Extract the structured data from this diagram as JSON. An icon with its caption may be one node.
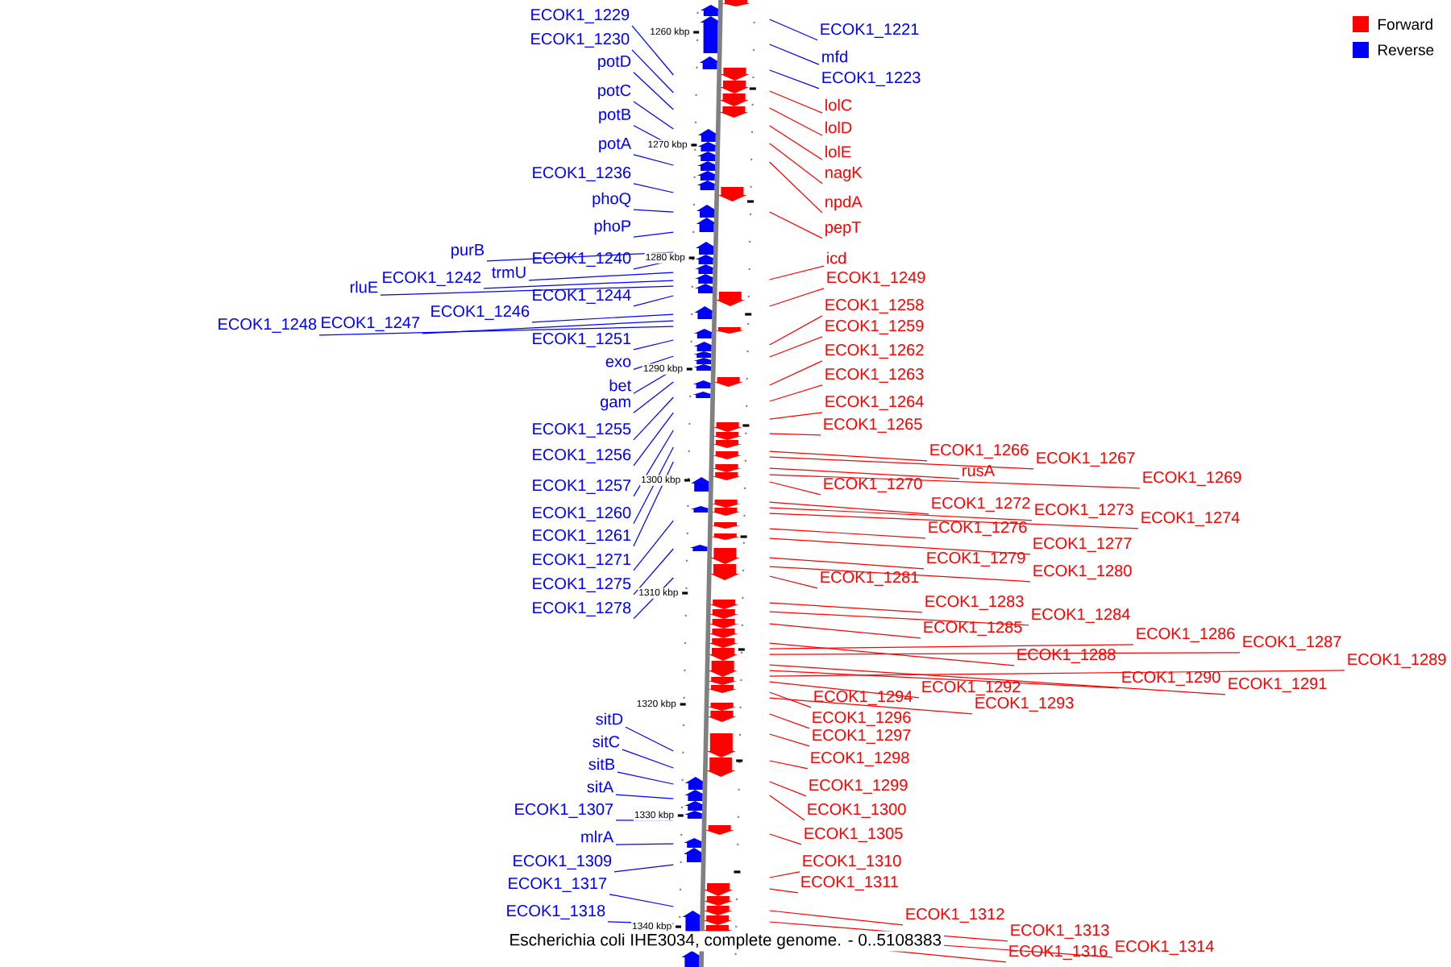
{
  "diagram": {
    "caption": "Escherichia coli IHE3034, complete genome. - 0..5108383",
    "nodes": [
      {
        "text": [
          "ECOK1_1229"
        ]
      },
      {
        "text": [
          "ECOK1_1230"
        ]
      },
      {
        "text": [
          "potD"
        ]
      },
      {
        "text": [
          "potC"
        ]
      },
      {
        "text": [
          "potB"
        ]
      },
      {
        "text": [
          "potA"
        ]
      },
      {
        "text": [
          "ECOK1_1236"
        ]
      },
      {
        "text": [
          "phoQ"
        ]
      },
      {
        "text": [
          "phoP"
        ]
      },
      {
        "text": [
          "purB"
        ]
      },
      {
        "text": [
          "ECOK1_1240"
        ]
      },
      {
        "text": [
          "trmU"
        ]
      },
      {
        "text": [
          "ECOK1_1242"
        ]
      },
      {
        "text": [
          "rluE"
        ]
      },
      {
        "text": [
          "ECOK1_1244"
        ]
      },
      {
        "text": [
          "ECOK1_1246"
        ]
      },
      {
        "text": [
          "ECOK1_1247"
        ]
      },
      {
        "text": [
          "ECOK1_1248"
        ]
      },
      {
        "text": [
          "ECOK1_1251"
        ]
      },
      {
        "text": [
          "exo"
        ]
      },
      {
        "text": [
          "bet"
        ]
      },
      {
        "text": [
          "gam"
        ]
      },
      {
        "text": [
          "ECOK1_1255"
        ]
      },
      {
        "text": [
          "ECOK1_1256"
        ]
      },
      {
        "text": [
          "ECOK1_1257"
        ]
      },
      {
        "text": [
          "ECOK1_1260"
        ]
      },
      {
        "text": [
          "ECOK1_1261"
        ]
      },
      {
        "text": [
          "ECOK1_1271"
        ]
      },
      {
        "text": [
          "ECOK1_1275"
        ]
      },
      {
        "text": [
          "ECOK1_1278"
        ]
      },
      {
        "text": [
          "sitD"
        ]
      },
      {
        "text": [
          "sitC"
        ]
      },
      {
        "text": [
          "sitB"
        ]
      },
      {
        "text": [
          "sitA"
        ]
      },
      {
        "text": [
          "ECOK1_1307"
        ]
      },
      {
        "text": [
          "mlrA"
        ]
      },
      {
        "text": [
          "ECOK1_1309"
        ]
      },
      {
        "text": [
          "ECOK1_1317"
        ]
      },
      {
        "text": [
          "ECOK1_1318"
        ]
      },
      {
        "text": [
          "ECOK1_1221"
        ]
      },
      {
        "text": [
          "mfd"
        ]
      },
      {
        "text": [
          "ECOK1_1223"
        ]
      },
      {
        "text": [
          "lolC"
        ]
      },
      {
        "text": [
          "lolD"
        ]
      },
      {
        "text": [
          "lolE"
        ]
      },
      {
        "text": [
          "nagK"
        ]
      },
      {
        "text": [
          "npdA"
        ]
      },
      {
        "text": [
          "pepT"
        ]
      },
      {
        "text": [
          "icd"
        ]
      },
      {
        "text": [
          "ECOK1_1249"
        ]
      },
      {
        "text": [
          "ECOK1_1258"
        ]
      },
      {
        "text": [
          "ECOK1_1259"
        ]
      },
      {
        "text": [
          "ECOK1_1262"
        ]
      },
      {
        "text": [
          "ECOK1_1263"
        ]
      },
      {
        "text": [
          "ECOK1_1264"
        ]
      },
      {
        "text": [
          "ECOK1_1265"
        ]
      },
      {
        "text": [
          "ECOK1_1266"
        ]
      },
      {
        "text": [
          "ECOK1_1267"
        ]
      },
      {
        "text": [
          "ECOK1_1270"
        ]
      },
      {
        "text": [
          "rusA"
        ]
      },
      {
        "text": [
          "ECOK1_1269"
        ]
      },
      {
        "text": [
          "ECOK1_1272"
        ]
      },
      {
        "text": [
          "ECOK1_1273"
        ]
      },
      {
        "text": [
          "ECOK1_1274"
        ]
      },
      {
        "text": [
          "ECOK1_1276"
        ]
      },
      {
        "text": [
          "ECOK1_1277"
        ]
      },
      {
        "text": [
          "ECOK1_1279"
        ]
      },
      {
        "text": [
          "ECOK1_1280"
        ]
      },
      {
        "text": [
          "ECOK1_1281"
        ]
      },
      {
        "text": [
          "ECOK1_1283"
        ]
      },
      {
        "text": [
          "ECOK1_1284"
        ]
      },
      {
        "text": [
          "ECOK1_1285"
        ]
      },
      {
        "text": [
          "ECOK1_1288"
        ]
      },
      {
        "text": [
          "ECOK1_1286"
        ]
      },
      {
        "text": [
          "ECOK1_1287"
        ]
      },
      {
        "text": [
          "ECOK1_1290"
        ]
      },
      {
        "text": [
          "ECOK1_1291"
        ]
      },
      {
        "text": [
          "ECOK1_1289"
        ]
      },
      {
        "text": [
          "ECOK1_1292"
        ]
      },
      {
        "text": [
          "ECOK1_1294"
        ]
      },
      {
        "text": [
          "ECOK1_1293"
        ]
      },
      {
        "text": [
          "ECOK1_1296"
        ]
      },
      {
        "text": [
          "ECOK1_1297"
        ]
      },
      {
        "text": [
          "ECOK1_1298"
        ]
      },
      {
        "text": [
          "ECOK1_1299"
        ]
      },
      {
        "text": [
          "ECOK1_1300"
        ]
      },
      {
        "text": [
          "ECOK1_1305"
        ]
      },
      {
        "text": [
          "ECOK1_1310"
        ]
      },
      {
        "text": [
          "ECOK1_1311"
        ]
      },
      {
        "text": [
          "ECOK1_1312"
        ]
      },
      {
        "text": [
          "ECOK1_1313"
        ]
      },
      {
        "text": [
          "ECOK1_1316"
        ]
      },
      {
        "text": [
          "ECOK1_1314"
        ]
      },
      {
        "text": [],
        "shape": "bar"
      },
      {
        "text": [],
        "shape": "bar"
      }
    ],
    "edges": [
      {
        "from": 0,
        "to": 93,
        "arrow": "none",
        "color": "#0000ff"
      },
      {
        "from": 1,
        "to": 93,
        "arrow": "none",
        "color": "#0000ff"
      },
      {
        "from": 2,
        "to": 93,
        "arrow": "none",
        "color": "#0000ff"
      },
      {
        "from": 3,
        "to": 93,
        "arrow": "none",
        "color": "#0000ff"
      },
      {
        "from": 4,
        "to": 93,
        "arrow": "none",
        "color": "#0000ff"
      },
      {
        "from": 5,
        "to": 93,
        "arrow": "none",
        "color": "#0000ff"
      },
      {
        "from": 6,
        "to": 93,
        "arrow": "none",
        "color": "#0000ff"
      },
      {
        "from": 7,
        "to": 93,
        "arrow": "none",
        "color": "#0000ff"
      },
      {
        "from": 8,
        "to": 93,
        "arrow": "none",
        "color": "#0000ff"
      },
      {
        "from": 9,
        "to": 93,
        "arrow": "none",
        "color": "#0000ff"
      },
      {
        "from": 10,
        "to": 93,
        "arrow": "none",
        "color": "#0000ff"
      },
      {
        "from": 11,
        "to": 93,
        "arrow": "none",
        "color": "#0000ff"
      },
      {
        "from": 12,
        "to": 93,
        "arrow": "none",
        "color": "#0000ff"
      },
      {
        "from": 13,
        "to": 93,
        "arrow": "none",
        "color": "#0000ff"
      },
      {
        "from": 14,
        "to": 93,
        "arrow": "none",
        "color": "#0000ff"
      },
      {
        "from": 15,
        "to": 93,
        "arrow": "none",
        "color": "#0000ff"
      },
      {
        "from": 16,
        "to": 93,
        "arrow": "none",
        "color": "#0000ff"
      },
      {
        "from": 17,
        "to": 93,
        "arrow": "none",
        "color": "#0000ff"
      },
      {
        "from": 18,
        "to": 93,
        "arrow": "none",
        "color": "#0000ff"
      },
      {
        "from": 19,
        "to": 93,
        "arrow": "none",
        "color": "#0000ff"
      },
      {
        "from": 20,
        "to": 93,
        "arrow": "none",
        "color": "#0000ff"
      },
      {
        "from": 21,
        "to": 93,
        "arrow": "none",
        "color": "#0000ff"
      },
      {
        "from": 22,
        "to": 93,
        "arrow": "none",
        "color": "#0000ff"
      },
      {
        "from": 23,
        "to": 93,
        "arrow": "none",
        "color": "#0000ff"
      },
      {
        "from": 24,
        "to": 93,
        "arrow": "none",
        "color": "#0000ff"
      },
      {
        "from": 25,
        "to": 93,
        "arrow": "none",
        "color": "#0000ff"
      },
      {
        "from": 26,
        "to": 93,
        "arrow": "none",
        "color": "#0000ff"
      },
      {
        "from": 27,
        "to": 93,
        "arrow": "none",
        "color": "#0000ff"
      },
      {
        "from": 28,
        "to": 93,
        "arrow": "none",
        "color": "#0000ff"
      },
      {
        "from": 29,
        "to": 93,
        "arrow": "none",
        "color": "#0000ff"
      },
      {
        "from": 30,
        "to": 93,
        "arrow": "none",
        "color": "#0000ff"
      },
      {
        "from": 31,
        "to": 93,
        "arrow": "none",
        "color": "#0000ff"
      },
      {
        "from": 32,
        "to": 93,
        "arrow": "none",
        "color": "#0000ff"
      },
      {
        "from": 33,
        "to": 93,
        "arrow": "none",
        "color": "#0000ff"
      },
      {
        "from": 34,
        "to": 93,
        "arrow": "none",
        "color": "#0000ff"
      },
      {
        "from": 35,
        "to": 93,
        "arrow": "none",
        "color": "#0000ff"
      },
      {
        "from": 36,
        "to": 93,
        "arrow": "none",
        "color": "#0000ff"
      },
      {
        "from": 37,
        "to": 93,
        "arrow": "none",
        "color": "#0000ff"
      },
      {
        "from": 38,
        "to": 93,
        "arrow": "none",
        "color": "#0000ff"
      },
      {
        "from": 39,
        "to": 94,
        "arrow": "none",
        "color": "#0000ff"
      },
      {
        "from": 40,
        "to": 94,
        "arrow": "none",
        "color": "#0000ff"
      },
      {
        "from": 41,
        "to": 94,
        "arrow": "none",
        "color": "#0000ff"
      },
      {
        "from": 42,
        "to": 94,
        "arrow": "none"
      },
      {
        "from": 43,
        "to": 94,
        "arrow": "none"
      },
      {
        "from": 44,
        "to": 94,
        "arrow": "none"
      },
      {
        "from": 45,
        "to": 94,
        "arrow": "none"
      },
      {
        "from": 46,
        "to": 94,
        "arrow": "none"
      },
      {
        "from": 47,
        "to": 94,
        "arrow": "none"
      },
      {
        "from": 48,
        "to": 94,
        "arrow": "none"
      },
      {
        "from": 49,
        "to": 94,
        "arrow": "none"
      },
      {
        "from": 50,
        "to": 94,
        "arrow": "none"
      },
      {
        "from": 51,
        "to": 94,
        "arrow": "none"
      },
      {
        "from": 52,
        "to": 94,
        "arrow": "none"
      },
      {
        "from": 53,
        "to": 94,
        "arrow": "none"
      },
      {
        "from": 54,
        "to": 94,
        "arrow": "none"
      },
      {
        "from": 55,
        "to": 94,
        "arrow": "none"
      },
      {
        "from": 56,
        "to": 94,
        "arrow": "none"
      },
      {
        "from": 57,
        "to": 94,
        "arrow": "none"
      },
      {
        "from": 58,
        "to": 94,
        "arrow": "none"
      },
      {
        "from": 59,
        "to": 94,
        "arrow": "none"
      },
      {
        "from": 60,
        "to": 94,
        "arrow": "none"
      },
      {
        "from": 61,
        "to": 94,
        "arrow": "none"
      },
      {
        "from": 62,
        "to": 94,
        "arrow": "none"
      },
      {
        "from": 63,
        "to": 94,
        "arrow": "none"
      },
      {
        "from": 64,
        "to": 94,
        "arrow": "none"
      },
      {
        "from": 65,
        "to": 94,
        "arrow": "none"
      },
      {
        "from": 66,
        "to": 94,
        "arrow": "none"
      },
      {
        "from": 67,
        "to": 94,
        "arrow": "none"
      },
      {
        "from": 68,
        "to": 94,
        "arrow": "none"
      },
      {
        "from": 69,
        "to": 94,
        "arrow": "none"
      },
      {
        "from": 70,
        "to": 94,
        "arrow": "none"
      },
      {
        "from": 71,
        "to": 94,
        "arrow": "none"
      },
      {
        "from": 72,
        "to": 94,
        "arrow": "none"
      },
      {
        "from": 73,
        "to": 94,
        "arrow": "none"
      },
      {
        "from": 74,
        "to": 94,
        "arrow": "none"
      },
      {
        "from": 75,
        "to": 94,
        "arrow": "none"
      },
      {
        "from": 76,
        "to": 94,
        "arrow": "none"
      },
      {
        "from": 77,
        "to": 94,
        "arrow": "none"
      },
      {
        "from": 78,
        "to": 94,
        "arrow": "none"
      },
      {
        "from": 79,
        "to": 94,
        "arrow": "none"
      },
      {
        "from": 80,
        "to": 94,
        "arrow": "none"
      },
      {
        "from": 81,
        "to": 94,
        "arrow": "none"
      },
      {
        "from": 82,
        "to": 94,
        "arrow": "none"
      },
      {
        "from": 83,
        "to": 94,
        "arrow": "none"
      },
      {
        "from": 84,
        "to": 94,
        "arrow": "none"
      },
      {
        "from": 85,
        "to": 94,
        "arrow": "none"
      },
      {
        "from": 86,
        "to": 94,
        "arrow": "none"
      },
      {
        "from": 87,
        "to": 94,
        "arrow": "none"
      },
      {
        "from": 88,
        "to": 94,
        "arrow": "none"
      },
      {
        "from": 89,
        "to": 94,
        "arrow": "none"
      },
      {
        "from": 90,
        "to": 94,
        "arrow": "none"
      },
      {
        "from": 91,
        "to": 94,
        "arrow": "none"
      },
      {
        "from": 92,
        "to": 94,
        "arrow": "none"
      }
    ],
    "labels": [
      "1260 kbp",
      "1270 kbp",
      "1280 kbp",
      "1290 kbp",
      "1300 kbp",
      "1310 kbp",
      "1320 kbp",
      "1330 kbp",
      "1340 kbp"
    ],
    "legend": [
      {
        "text": "Forward",
        "color": "#ff0000"
      },
      {
        "text": "Reverse",
        "color": "#0000ff"
      }
    ]
  }
}
